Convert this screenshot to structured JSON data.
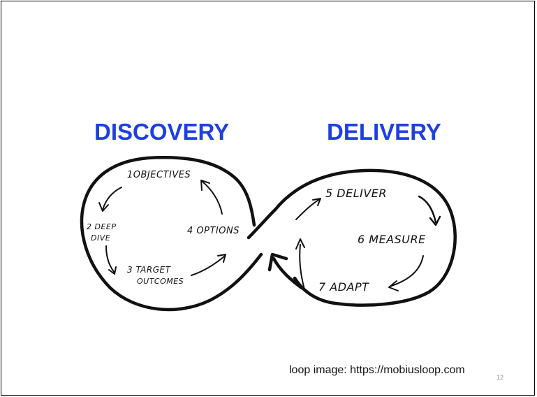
{
  "colors": {
    "heading": "#1f3fe0",
    "ink": "#111111",
    "page_number": "#8c8c8c"
  },
  "headings": {
    "left": "DISCOVERY",
    "right": "DELIVERY"
  },
  "loop_steps": {
    "step1": "1OBJECTIVES",
    "step2_line1": "2 DEEP",
    "step2_line2": "DIVE",
    "step3_line1": "3 TARGET",
    "step3_line2": "OUTCOMES",
    "step4": "4 OPTIONS",
    "step5": "5 DELIVER",
    "step6": "6 MEASURE",
    "step7": "7 ADAPT"
  },
  "caption": "loop image:  https://mobiusloop.com",
  "page_number": "12"
}
